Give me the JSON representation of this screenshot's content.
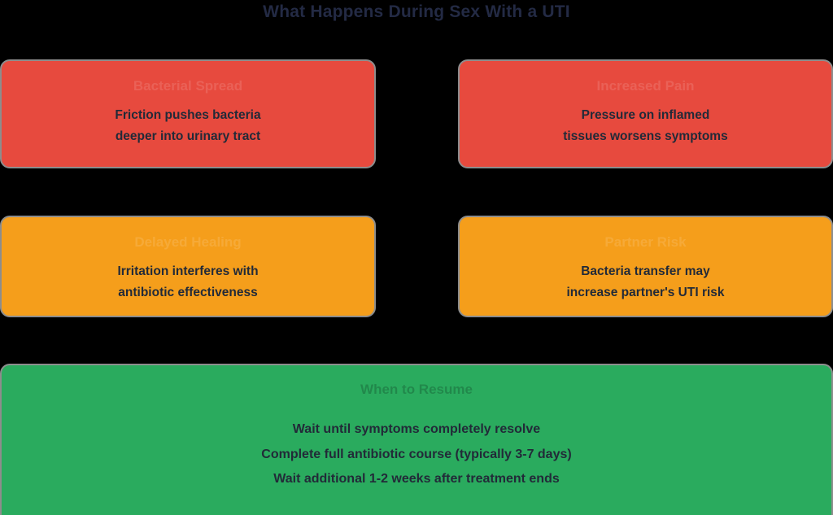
{
  "title": "What Happens During Sex With a UTI",
  "colors": {
    "background": "#000000",
    "high_risk": "#e74a3e",
    "medium_risk": "#f59e1b",
    "guidance": "#2aab5e",
    "box_border": "#8d8d8d",
    "body_text": "#222a38",
    "title_text": "#232a44"
  },
  "risk_boxes": [
    {
      "severity": "high",
      "header": "Bacterial Spread",
      "line1": "Friction pushes bacteria",
      "line2": "deeper into urinary tract"
    },
    {
      "severity": "high",
      "header": "Increased Pain",
      "line1": "Pressure on inflamed",
      "line2": "tissues worsens symptoms"
    },
    {
      "severity": "medium",
      "header": "Delayed Healing",
      "line1": "Irritation interferes with",
      "line2": "antibiotic effectiveness"
    },
    {
      "severity": "medium",
      "header": "Partner Risk",
      "line1": "Bacteria transfer may",
      "line2": "increase partner's UTI risk"
    }
  ],
  "guidance_box": {
    "header": "When to Resume",
    "line1": "Wait until symptoms completely resolve",
    "line2": "Complete full antibiotic course (typically 3-7 days)",
    "line3": "Wait additional 1-2 weeks after treatment ends"
  }
}
